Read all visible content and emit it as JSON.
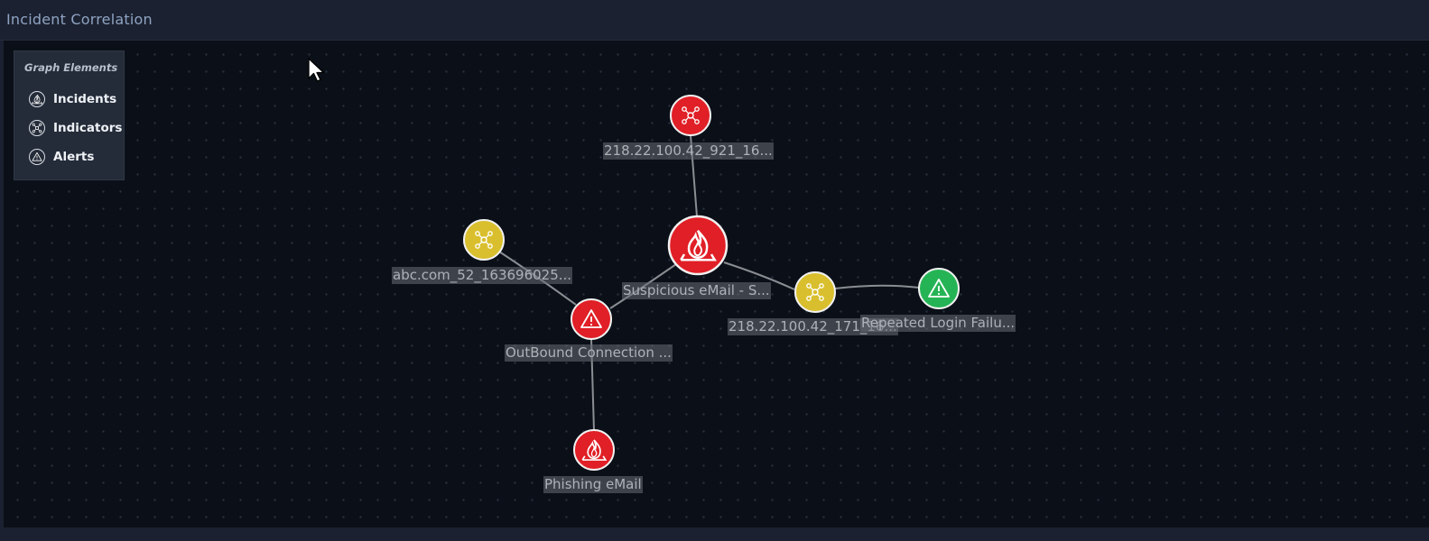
{
  "header": {
    "title": "Incident Correlation"
  },
  "legend": {
    "title": "Graph Elements",
    "items": [
      {
        "label": "Incidents",
        "icon": "fire-icon"
      },
      {
        "label": "Indicators",
        "icon": "network-icon"
      },
      {
        "label": "Alerts",
        "icon": "warning-icon"
      }
    ]
  },
  "colors": {
    "incident": "#e01f26",
    "indicator": "#d9bf2d",
    "alert_red": "#e01f26",
    "alert_green": "#25b455",
    "edge": "#8a8d92"
  },
  "nodes": [
    {
      "id": "n_top",
      "type": "indicator",
      "color": "red",
      "label": "218.22.100.42_921_16..."
    },
    {
      "id": "n_center",
      "type": "incident",
      "color": "red",
      "label": "Suspicious eMail - S..."
    },
    {
      "id": "n_abc",
      "type": "indicator",
      "color": "yellow",
      "label": "abc.com_52_163696025..."
    },
    {
      "id": "n_out",
      "type": "alert",
      "color": "red",
      "label": "OutBound Connection ..."
    },
    {
      "id": "n_right",
      "type": "indicator",
      "color": "yellow",
      "label": "218.22.100.42_171_16..."
    },
    {
      "id": "n_green",
      "type": "alert",
      "color": "green",
      "label": "Repeated Login Failu..."
    },
    {
      "id": "n_phish",
      "type": "incident",
      "color": "red",
      "label": "Phishing eMail"
    }
  ]
}
